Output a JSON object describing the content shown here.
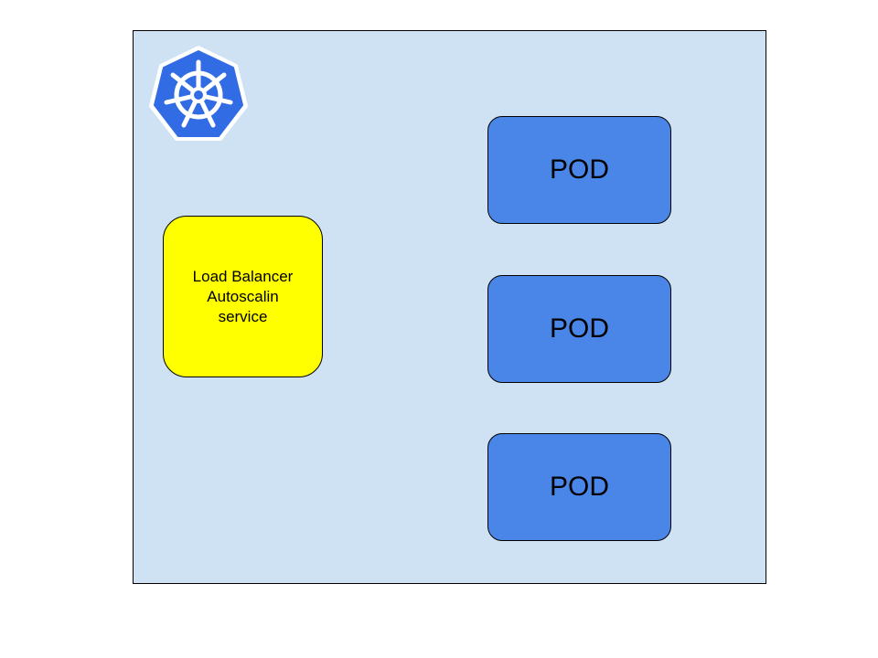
{
  "diagram": {
    "logo_icon": "kubernetes-helm-wheel-icon",
    "colors": {
      "cluster_bg": "#cfe2f3",
      "load_balancer_bg": "#ffff00",
      "pod_bg": "#4a86e8",
      "logo_bg": "#326ce5"
    },
    "load_balancer": {
      "lines": [
        "Load Balancer",
        "Autoscalin",
        "service"
      ]
    },
    "pods": [
      {
        "label": "POD"
      },
      {
        "label": "POD"
      },
      {
        "label": "POD"
      }
    ]
  }
}
